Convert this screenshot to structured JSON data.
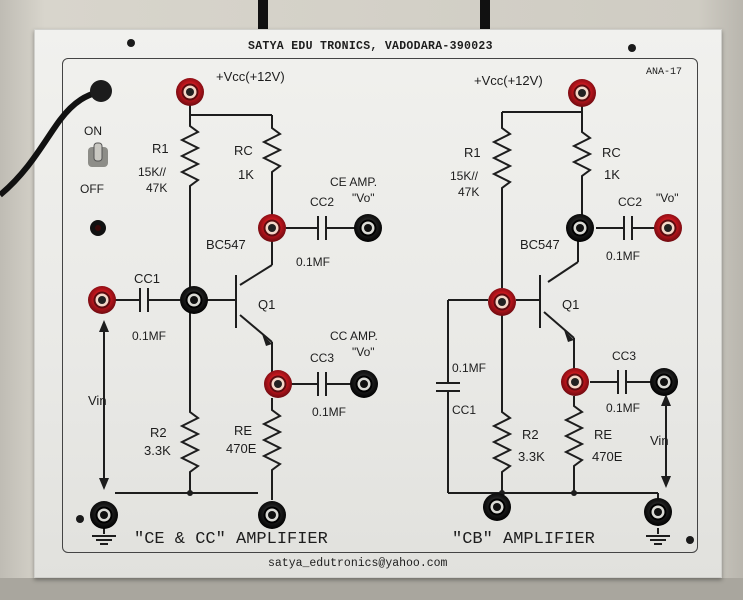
{
  "panel": {
    "header": "SATYA EDU TRONICS, VADODARA-390023",
    "model": "ANA-17",
    "footer_email": "satya_edutronics@yahoo.com"
  },
  "switch": {
    "on_label": "ON",
    "off_label": "OFF"
  },
  "ce_cc": {
    "vcc": "+Vcc(+12V)",
    "r1_name": "R1",
    "r1_value_1": "15K//",
    "r1_value_2": "47K",
    "rc_name": "RC",
    "rc_value": "1K",
    "cc2_name": "CC2",
    "cc2_value": "0.1MF",
    "ce_out_1": "CE AMP.",
    "ce_out_2": "\"Vo\"",
    "transistor_type": "BC547",
    "transistor_name": "Q1",
    "cc1_name": "CC1",
    "cc1_value": "0.1MF",
    "cc_out_1": "CC AMP.",
    "cc_out_2": "\"Vo\"",
    "cc3_name": "CC3",
    "cc3_value": "0.1MF",
    "vin": "Vin",
    "r2_name": "R2",
    "r2_value": "3.3K",
    "re_name": "RE",
    "re_value": "470E",
    "title": "\"CE & CC\" AMPLIFIER"
  },
  "cb": {
    "vcc": "+Vcc(+12V)",
    "r1_name": "R1",
    "r1_value_1": "15K//",
    "r1_value_2": "47K",
    "rc_name": "RC",
    "rc_value": "1K",
    "cc2_name": "CC2",
    "cc2_value": "0.1MF",
    "out": "\"Vo\"",
    "transistor_type": "BC547",
    "transistor_name": "Q1",
    "cc1_name": "CC1",
    "cc1_value": "0.1MF",
    "cc3_name": "CC3",
    "cc3_value": "0.1MF",
    "vin": "Vin",
    "r2_name": "R2",
    "r2_value": "3.3K",
    "re_name": "RE",
    "re_value": "470E",
    "title": "\"CB\" AMPLIFIER"
  },
  "colors": {
    "red_terminal": "#b8141c",
    "black_terminal": "#1a1a1a",
    "panel": "#ecece9",
    "ink": "#1d1d1d"
  }
}
